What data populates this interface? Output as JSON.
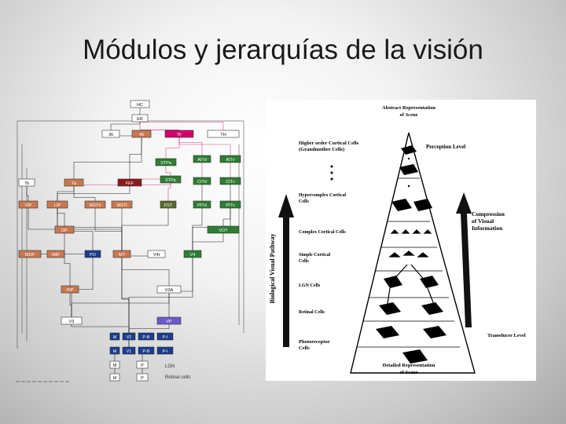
{
  "title": "Módulos y jerarquías de la visión",
  "felleman": {
    "areas": [
      {
        "id": "hc",
        "label": "HC",
        "color": "#ffffff"
      },
      {
        "id": "er",
        "label": "ER",
        "color": "#ffffff"
      },
      {
        "id": "36",
        "label": "36",
        "color": "#ffffff"
      },
      {
        "id": "46",
        "label": "46",
        "color": "#c87850"
      },
      {
        "id": "tf",
        "label": "TF",
        "color": "#d4006a"
      },
      {
        "id": "th",
        "label": "TH",
        "color": "#ffffff"
      },
      {
        "id": "aitd",
        "label": "AITd",
        "color": "#2e7d32"
      },
      {
        "id": "aitv",
        "label": "AITv",
        "color": "#2e7d32"
      },
      {
        "id": "stpa",
        "label": "STPa",
        "color": "#2e7d32"
      },
      {
        "id": "7b",
        "label": "7b",
        "color": "#ffffff"
      },
      {
        "id": "7a",
        "label": "7a",
        "color": "#c87850"
      },
      {
        "id": "fef",
        "label": "FEF",
        "color": "#8b1a1a"
      },
      {
        "id": "stpp",
        "label": "STPp",
        "color": "#2e7d32"
      },
      {
        "id": "citd",
        "label": "CITd",
        "color": "#2e7d32"
      },
      {
        "id": "citv",
        "label": "CITv",
        "color": "#2e7d32"
      },
      {
        "id": "vip",
        "label": "VIP",
        "color": "#c87850"
      },
      {
        "id": "lip",
        "label": "LIP",
        "color": "#c87850"
      },
      {
        "id": "mstd",
        "label": "MSTd",
        "color": "#c87850"
      },
      {
        "id": "msti",
        "label": "MSTl",
        "color": "#c87850"
      },
      {
        "id": "fst",
        "label": "FST",
        "color": "#556b2f"
      },
      {
        "id": "pitd",
        "label": "PITd",
        "color": "#2e7d32"
      },
      {
        "id": "pitv",
        "label": "PITv",
        "color": "#2e7d32"
      },
      {
        "id": "dp",
        "label": "DP",
        "color": "#c87850"
      },
      {
        "id": "vot",
        "label": "VOT",
        "color": "#2e7d32"
      },
      {
        "id": "mdp",
        "label": "MDP",
        "color": "#c87850"
      },
      {
        "id": "mip",
        "label": "MIP",
        "color": "#c87850"
      },
      {
        "id": "po",
        "label": "PO",
        "color": "#1a3c8c"
      },
      {
        "id": "mt",
        "label": "MT",
        "color": "#c87850"
      },
      {
        "id": "v4t",
        "label": "V4t",
        "color": "#ffffff"
      },
      {
        "id": "v4",
        "label": "V4",
        "color": "#2e7d32"
      },
      {
        "id": "pip",
        "label": "PIP",
        "color": "#c87850"
      },
      {
        "id": "v3a",
        "label": "V3A",
        "color": "#ffffff"
      },
      {
        "id": "v3",
        "label": "V3",
        "color": "#ffffff"
      },
      {
        "id": "vp",
        "label": "VP",
        "color": "#6a5acd"
      },
      {
        "id": "m_v2",
        "label": "M",
        "color": "#1a3c8c"
      },
      {
        "id": "v2",
        "label": "V2",
        "color": "#1a3c8c"
      },
      {
        "id": "pb_v2",
        "label": "P-B",
        "color": "#1a3c8c"
      },
      {
        "id": "pi_v2",
        "label": "P-I",
        "color": "#1a3c8c"
      },
      {
        "id": "m_v1",
        "label": "M",
        "color": "#1a3c8c"
      },
      {
        "id": "v1",
        "label": "V1",
        "color": "#1a3c8c"
      },
      {
        "id": "pb_v1",
        "label": "P-B",
        "color": "#1a3c8c"
      },
      {
        "id": "pi_v1",
        "label": "P-I",
        "color": "#1a3c8c"
      },
      {
        "id": "m_lgn",
        "label": "M",
        "color": "#ffffff"
      },
      {
        "id": "p_lgn",
        "label": "P",
        "color": "#ffffff"
      },
      {
        "id": "m_rgc",
        "label": "M",
        "color": "#ffffff"
      },
      {
        "id": "p_rgc",
        "label": "P",
        "color": "#ffffff"
      }
    ],
    "lgn_label": "LGN",
    "retinal_label": "Retinal cells"
  },
  "pyramid": {
    "top_label": "Abstract Representation of Scene",
    "bottom_label": "Detailed Representation of Scene",
    "axis_label": "Biological Visual Pathway",
    "levels": {
      "higher": "Higher order Cortical Cells (Grandmother Cells)",
      "hypercomplex": "Hypercomplex Cortical Cells",
      "complex": "Complex Cortical Cells",
      "simple": "Simple Cortical Cells",
      "lgn": "LGN Cells",
      "retinal": "Retinal Cells",
      "photoreceptor": "Photoreceptor Cells"
    },
    "perception_level": "Perception Level",
    "compression": "Compression of Visual Information",
    "transducer_level": "Transducer Level"
  }
}
